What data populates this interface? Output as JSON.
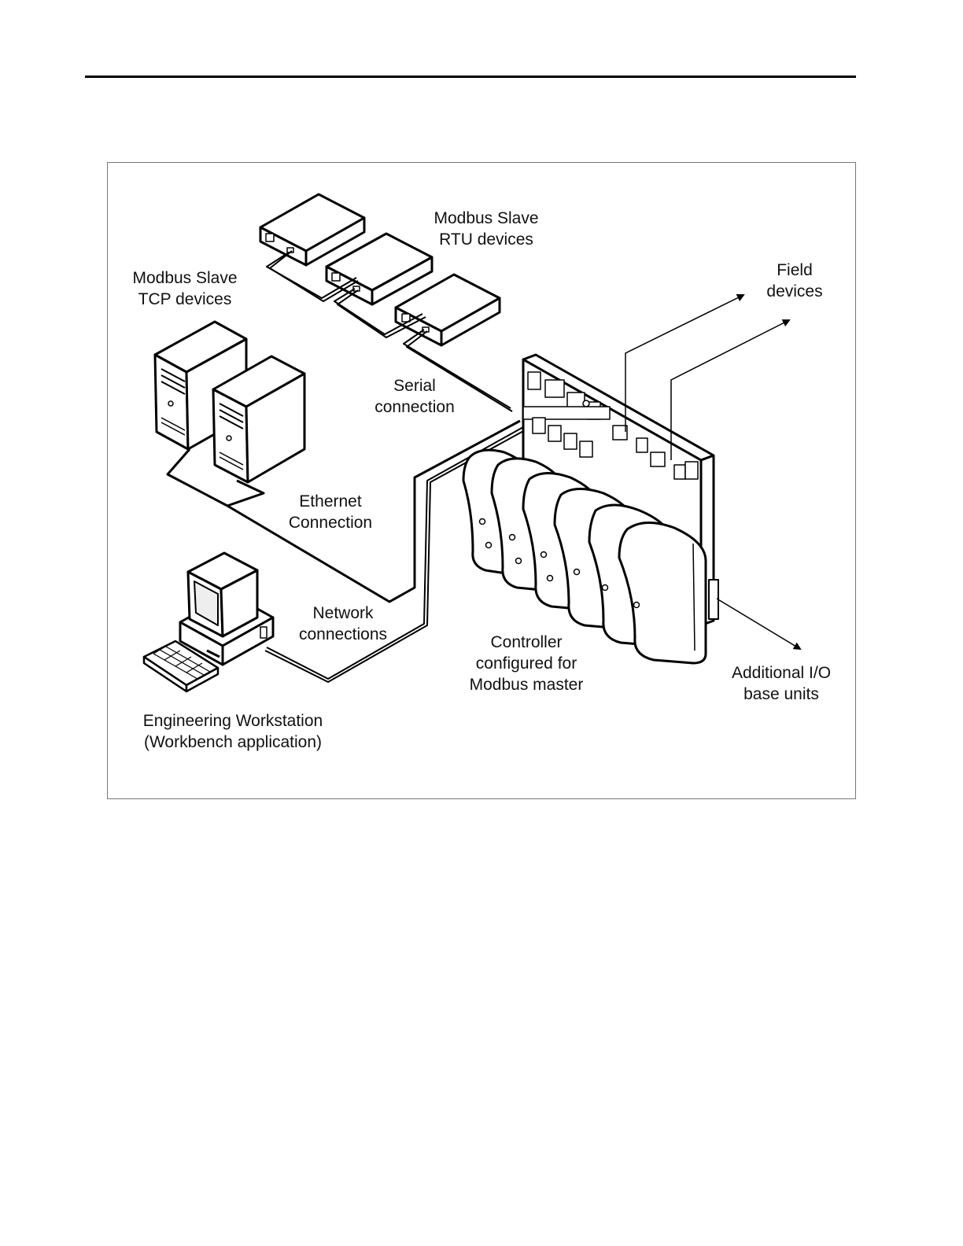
{
  "figure": {
    "labels": {
      "rtu": {
        "line1": "Modbus Slave",
        "line2": "RTU devices"
      },
      "tcp": {
        "line1": "Modbus Slave",
        "line2": "TCP devices"
      },
      "field": {
        "line1": "Field",
        "line2": "devices"
      },
      "serial": {
        "line1": "Serial",
        "line2": "connection"
      },
      "ethernet": {
        "line1": "Ethernet",
        "line2": "Connection"
      },
      "network": {
        "line1": "Network",
        "line2": "connections"
      },
      "controller": {
        "line1": "Controller",
        "line2": "configured for",
        "line3": "Modbus master"
      },
      "additional_io": {
        "line1": "Additional I/O",
        "line2": "base units"
      },
      "workstation": {
        "line1": "Engineering Workstation",
        "line2": "(Workbench application)"
      }
    }
  }
}
